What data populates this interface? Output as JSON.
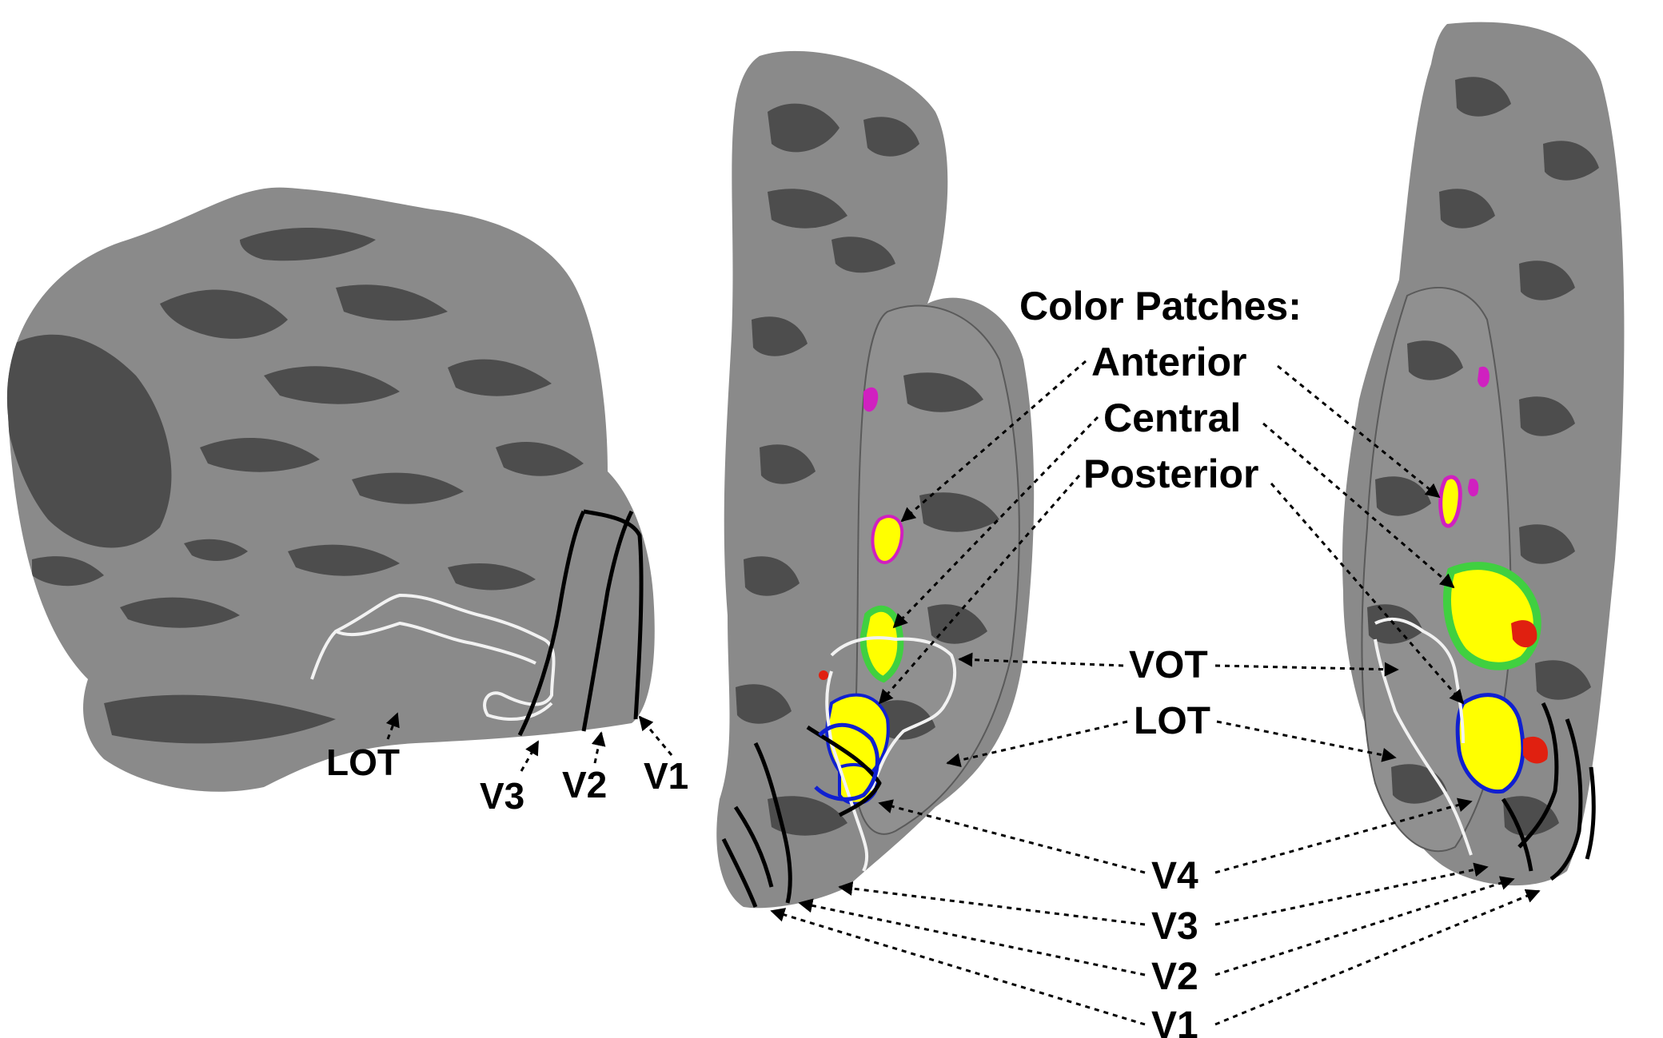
{
  "figure": {
    "colors": {
      "background": "#ffffff",
      "gyri": "#8a8a8a",
      "sulci": "#4d4d4d",
      "roi_visual": "#000000",
      "roi_lot_vot": "#f2f2f2",
      "roi_v4": "#1020d0",
      "activation_strong": "#ffff00",
      "activation_mid": "#40d040",
      "activation_peak": "#e02010",
      "activation_edge": "#d020c0"
    },
    "left_brain": {
      "labels": {
        "lot": "LOT",
        "v3": "V3",
        "v2": "V2",
        "v1": "V1"
      }
    },
    "legend": {
      "title": "Color Patches:",
      "anterior": "Anterior",
      "central": "Central",
      "posterior": "Posterior"
    },
    "center_labels": {
      "vot": "VOT",
      "lot": "LOT",
      "v4": "V4",
      "v3": "V3",
      "v2": "V2",
      "v1": "V1"
    }
  }
}
